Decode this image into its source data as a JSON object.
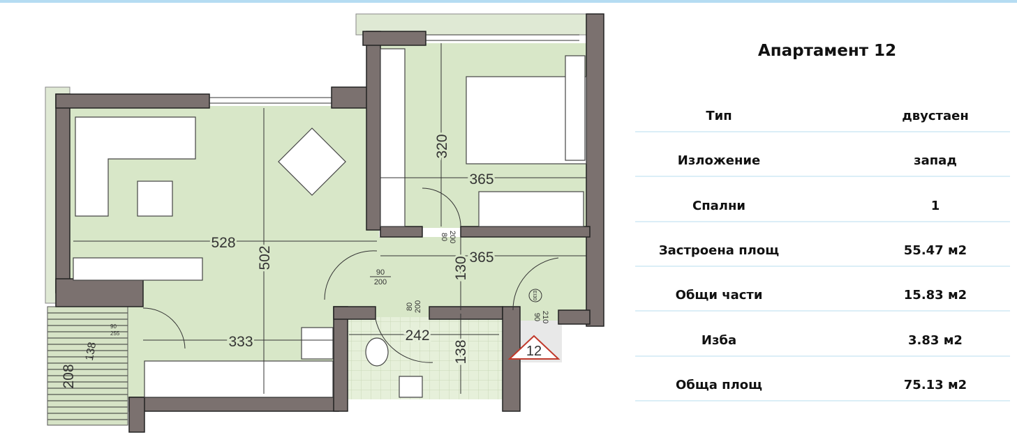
{
  "title": "Апартамент 12",
  "specs": [
    {
      "label": "Тип",
      "value": "двустаен"
    },
    {
      "label": "Изложение",
      "value": "запад"
    },
    {
      "label": "Спални",
      "value": "1"
    },
    {
      "label": "Застроена площ",
      "value": "55.47 м2"
    },
    {
      "label": "Общи части",
      "value": "15.83 м2"
    },
    {
      "label": "Изба",
      "value": "3.83 м2"
    },
    {
      "label": "Обща площ",
      "value": "75.13 м2"
    }
  ],
  "plan": {
    "unit_number": "12",
    "dimensions": {
      "living_width": "528",
      "living_depth": "502",
      "bedroom_width": "365",
      "bedroom_depth": "320",
      "hall_width": "365",
      "hall_depth": "130",
      "kitchen_width": "333",
      "bath_width": "242",
      "bath_depth": "138",
      "balcony_length": "208",
      "balcony_width": "138"
    },
    "doors": {
      "living_door": [
        "90",
        "200"
      ],
      "bath_door": [
        "80",
        "200"
      ],
      "bedroom_door": [
        "80",
        "200"
      ],
      "entrance_door": [
        "90",
        "210"
      ],
      "entrance_rating": "EI30",
      "balcony_door": [
        "90",
        "255"
      ]
    },
    "colors": {
      "floor": "#d8e7c8",
      "wall": "#7b716f",
      "tile": "#e3efd6",
      "marker": "#c0392b"
    }
  }
}
